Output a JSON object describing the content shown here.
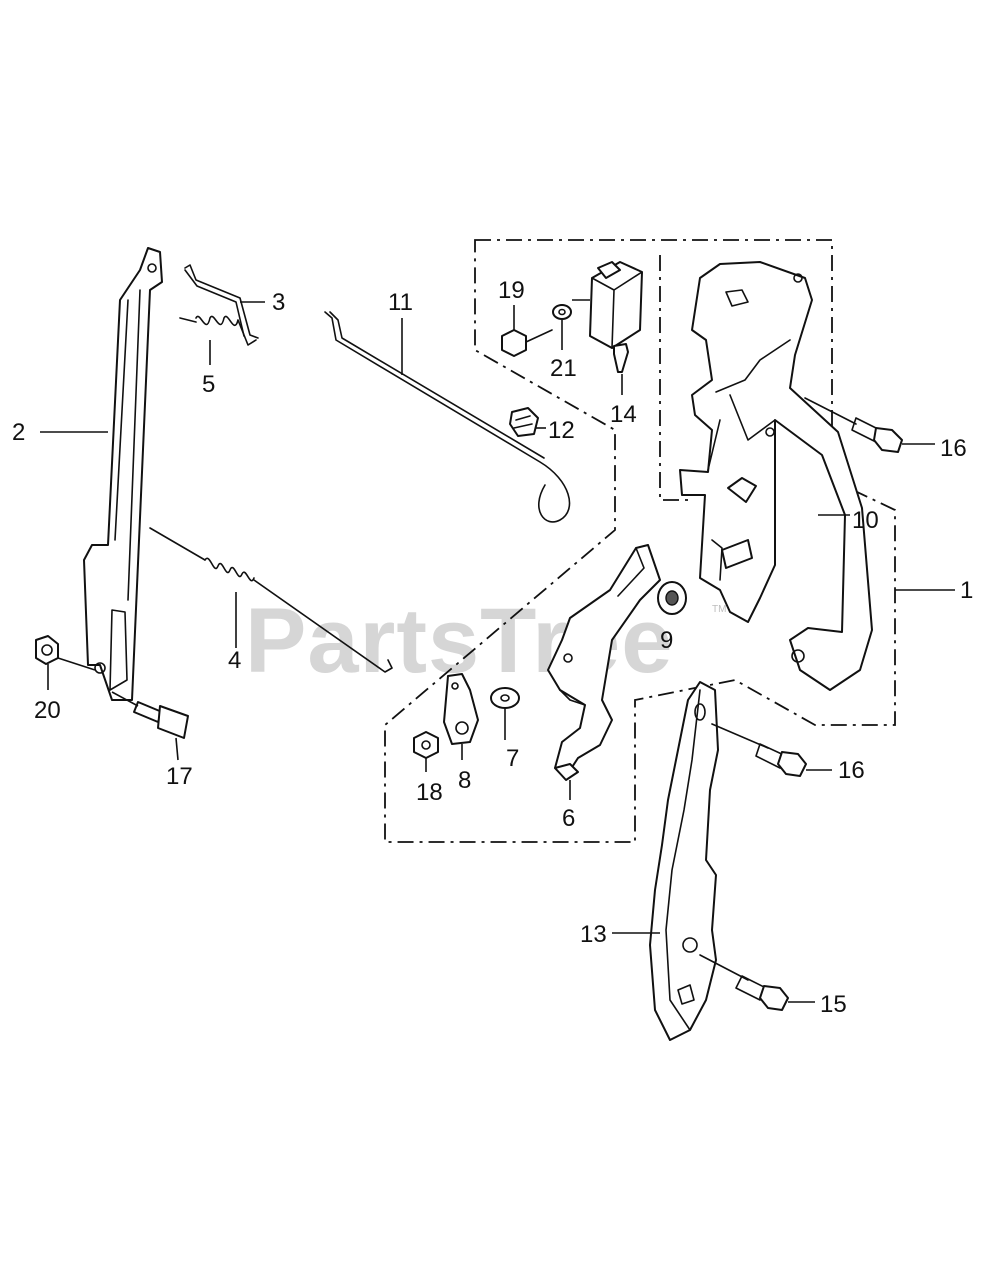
{
  "diagram": {
    "watermark": "PartsTree",
    "watermark_mark": "TM",
    "callouts": [
      "1",
      "2",
      "3",
      "4",
      "5",
      "6",
      "7",
      "8",
      "9",
      "10",
      "11",
      "12",
      "13",
      "14",
      "15",
      "16",
      "16",
      "17",
      "18",
      "19",
      "20",
      "21"
    ]
  }
}
